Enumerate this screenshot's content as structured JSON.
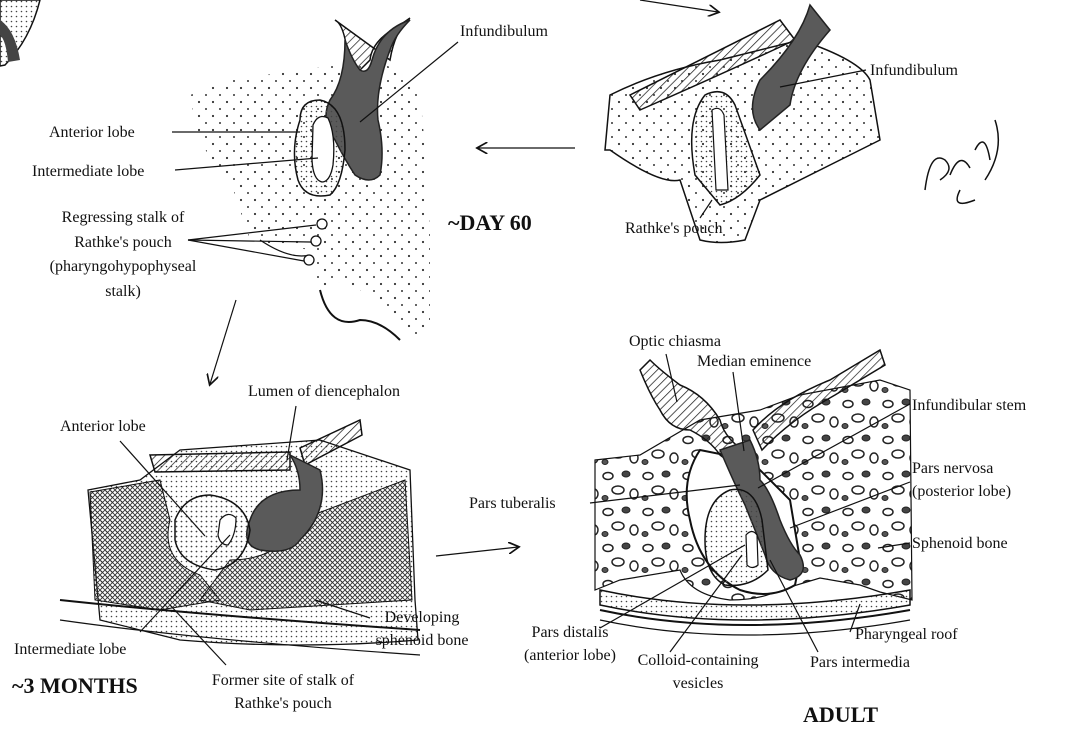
{
  "stages": {
    "early": {
      "labels": {
        "infundibulum": "Infundibulum",
        "rathkes_pouch": "Rathke's pouch"
      }
    },
    "day60": {
      "title": "~DAY 60",
      "labels": {
        "infundibulum": "Infundibulum",
        "anterior_lobe": "Anterior lobe",
        "intermediate_lobe": "Intermediate lobe",
        "regressing_stalk_1": "Regressing stalk of",
        "regressing_stalk_2": "Rathke's pouch",
        "regressing_stalk_3": "(pharyngohypophyseal",
        "regressing_stalk_4": "stalk)"
      }
    },
    "three_months": {
      "title": "~3 MONTHS",
      "labels": {
        "lumen": "Lumen of diencephalon",
        "anterior_lobe": "Anterior lobe",
        "intermediate_lobe": "Intermediate lobe",
        "developing_1": "Developing",
        "developing_2": "sphenoid bone",
        "former_site_1": "Former site of stalk of",
        "former_site_2": "Rathke's pouch"
      }
    },
    "adult": {
      "title": "ADULT",
      "labels": {
        "optic_chiasma": "Optic chiasma",
        "median_eminence": "Median eminence",
        "infundibular_stem": "Infundibular stem",
        "pars_tuberalis": "Pars tuberalis",
        "pars_nervosa_1": "Pars nervosa",
        "pars_nervosa_2": "(posterior lobe)",
        "sphenoid_bone": "Sphenoid bone",
        "pars_distalis_1": "Pars distalis",
        "pars_distalis_2": "(anterior lobe)",
        "colloid_1": "Colloid-containing",
        "colloid_2": "vesicles",
        "pars_intermedia": "Pars intermedia",
        "pharyngeal_roof": "Pharyngeal roof"
      }
    }
  },
  "signature": "Parosky"
}
